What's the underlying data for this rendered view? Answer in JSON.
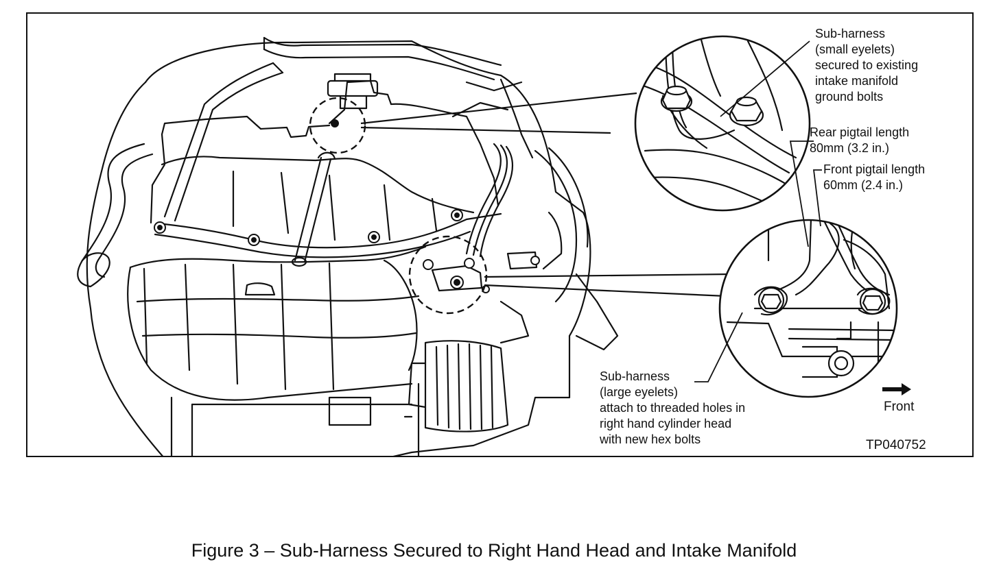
{
  "callouts": {
    "small_eyelets": {
      "line1": "Sub-harness",
      "line2": "(small eyelets)",
      "line3": "secured to existing",
      "line4": "intake manifold",
      "line5": "ground bolts"
    },
    "rear_pigtail": {
      "line1": "Rear pigtail length",
      "line2": "80mm (3.2 in.)"
    },
    "front_pigtail": {
      "line1": "Front pigtail length",
      "line2": "60mm (2.4 in.)"
    },
    "large_eyelets": {
      "line1": "Sub-harness",
      "line2": "(large eyelets)",
      "line3": "attach to threaded holes in",
      "line4": "right hand cylinder head",
      "line5": "with new hex bolts"
    }
  },
  "direction_label": "Front",
  "figure_code": "TP040752",
  "caption": "Figure 3 – Sub-Harness Secured to Right Hand Head and Intake Manifold",
  "icons": {
    "direction": "arrow-right-icon"
  }
}
